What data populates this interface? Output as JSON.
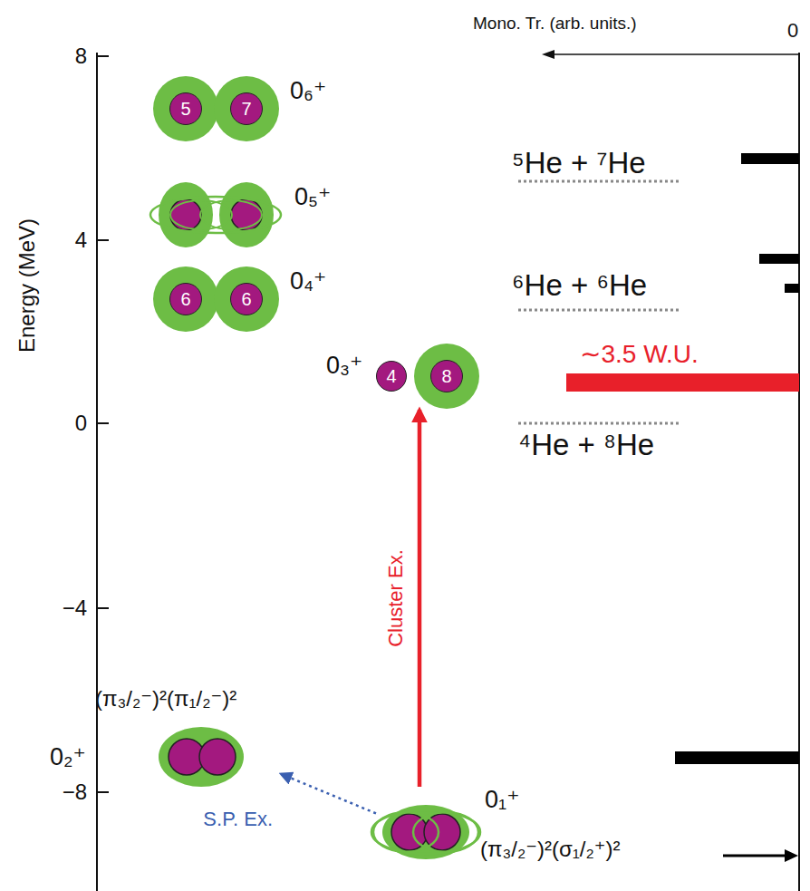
{
  "diagram": {
    "nodes": [
      {
        "text": [
          "0₆⁺"
        ]
      },
      {
        "text": [
          "5"
        ],
        "in": 0
      },
      {
        "text": [
          "7"
        ],
        "in": 0
      },
      {
        "text": [
          "0₅⁺"
        ]
      },
      {
        "text": [
          "0₄⁺"
        ]
      },
      {
        "text": [
          "6"
        ],
        "in": 4
      },
      {
        "text": [
          "6"
        ],
        "in": 4
      },
      {
        "text": [
          "0₃⁺"
        ]
      },
      {
        "text": [
          "4"
        ],
        "in": 7
      },
      {
        "text": [
          "8"
        ],
        "in": 7
      },
      {
        "text": [
          "(π₃/₂⁻)²(π₁/₂⁻)²",
          "0₂⁺"
        ]
      },
      {
        "text": [
          "0₁⁺",
          "(π₃/₂⁻)²(σ₁/₂⁺)²"
        ]
      }
    ],
    "edges": [
      {
        "from": 11,
        "to": 7,
        "arrow": "to",
        "label": "Cluster Ex."
      },
      {
        "from": 11,
        "to": 10,
        "arrow": "to",
        "label": "S.P. Ex."
      }
    ],
    "labels": [
      "Mono. Tr. (arb. units.)",
      "0",
      "Energy (MeV)",
      "8",
      "4",
      "0",
      "−4",
      "−8",
      "⁵He + ⁷He",
      "⁶He + ⁶He",
      "∼3.5 W.U.",
      "⁴He + ⁸He"
    ]
  }
}
